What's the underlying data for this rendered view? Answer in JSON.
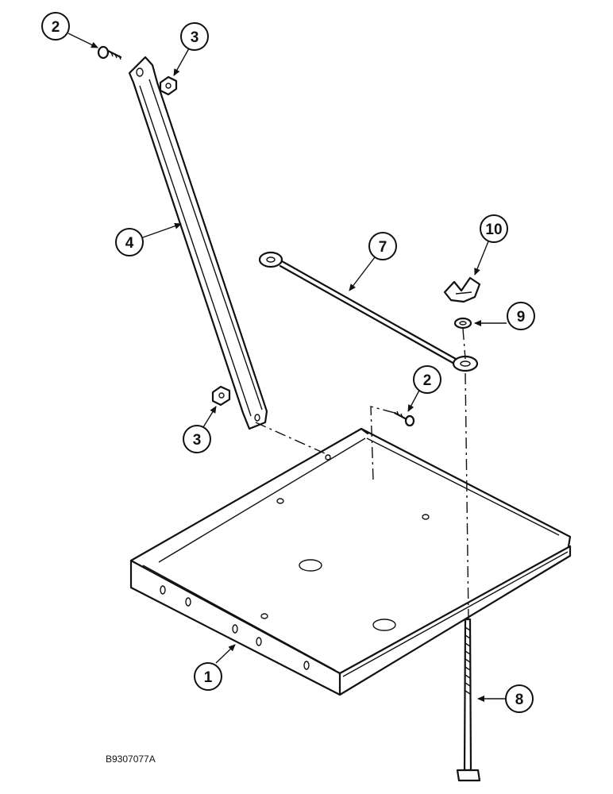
{
  "figure_id": "B9307077A",
  "callouts": [
    {
      "id": "c1",
      "label": "1"
    },
    {
      "id": "c2a",
      "label": "2"
    },
    {
      "id": "c2b",
      "label": "2"
    },
    {
      "id": "c3a",
      "label": "3"
    },
    {
      "id": "c3b",
      "label": "3"
    },
    {
      "id": "c4",
      "label": "4"
    },
    {
      "id": "c7",
      "label": "7"
    },
    {
      "id": "c8",
      "label": "8"
    },
    {
      "id": "c9",
      "label": "9"
    },
    {
      "id": "c10",
      "label": "10"
    }
  ]
}
